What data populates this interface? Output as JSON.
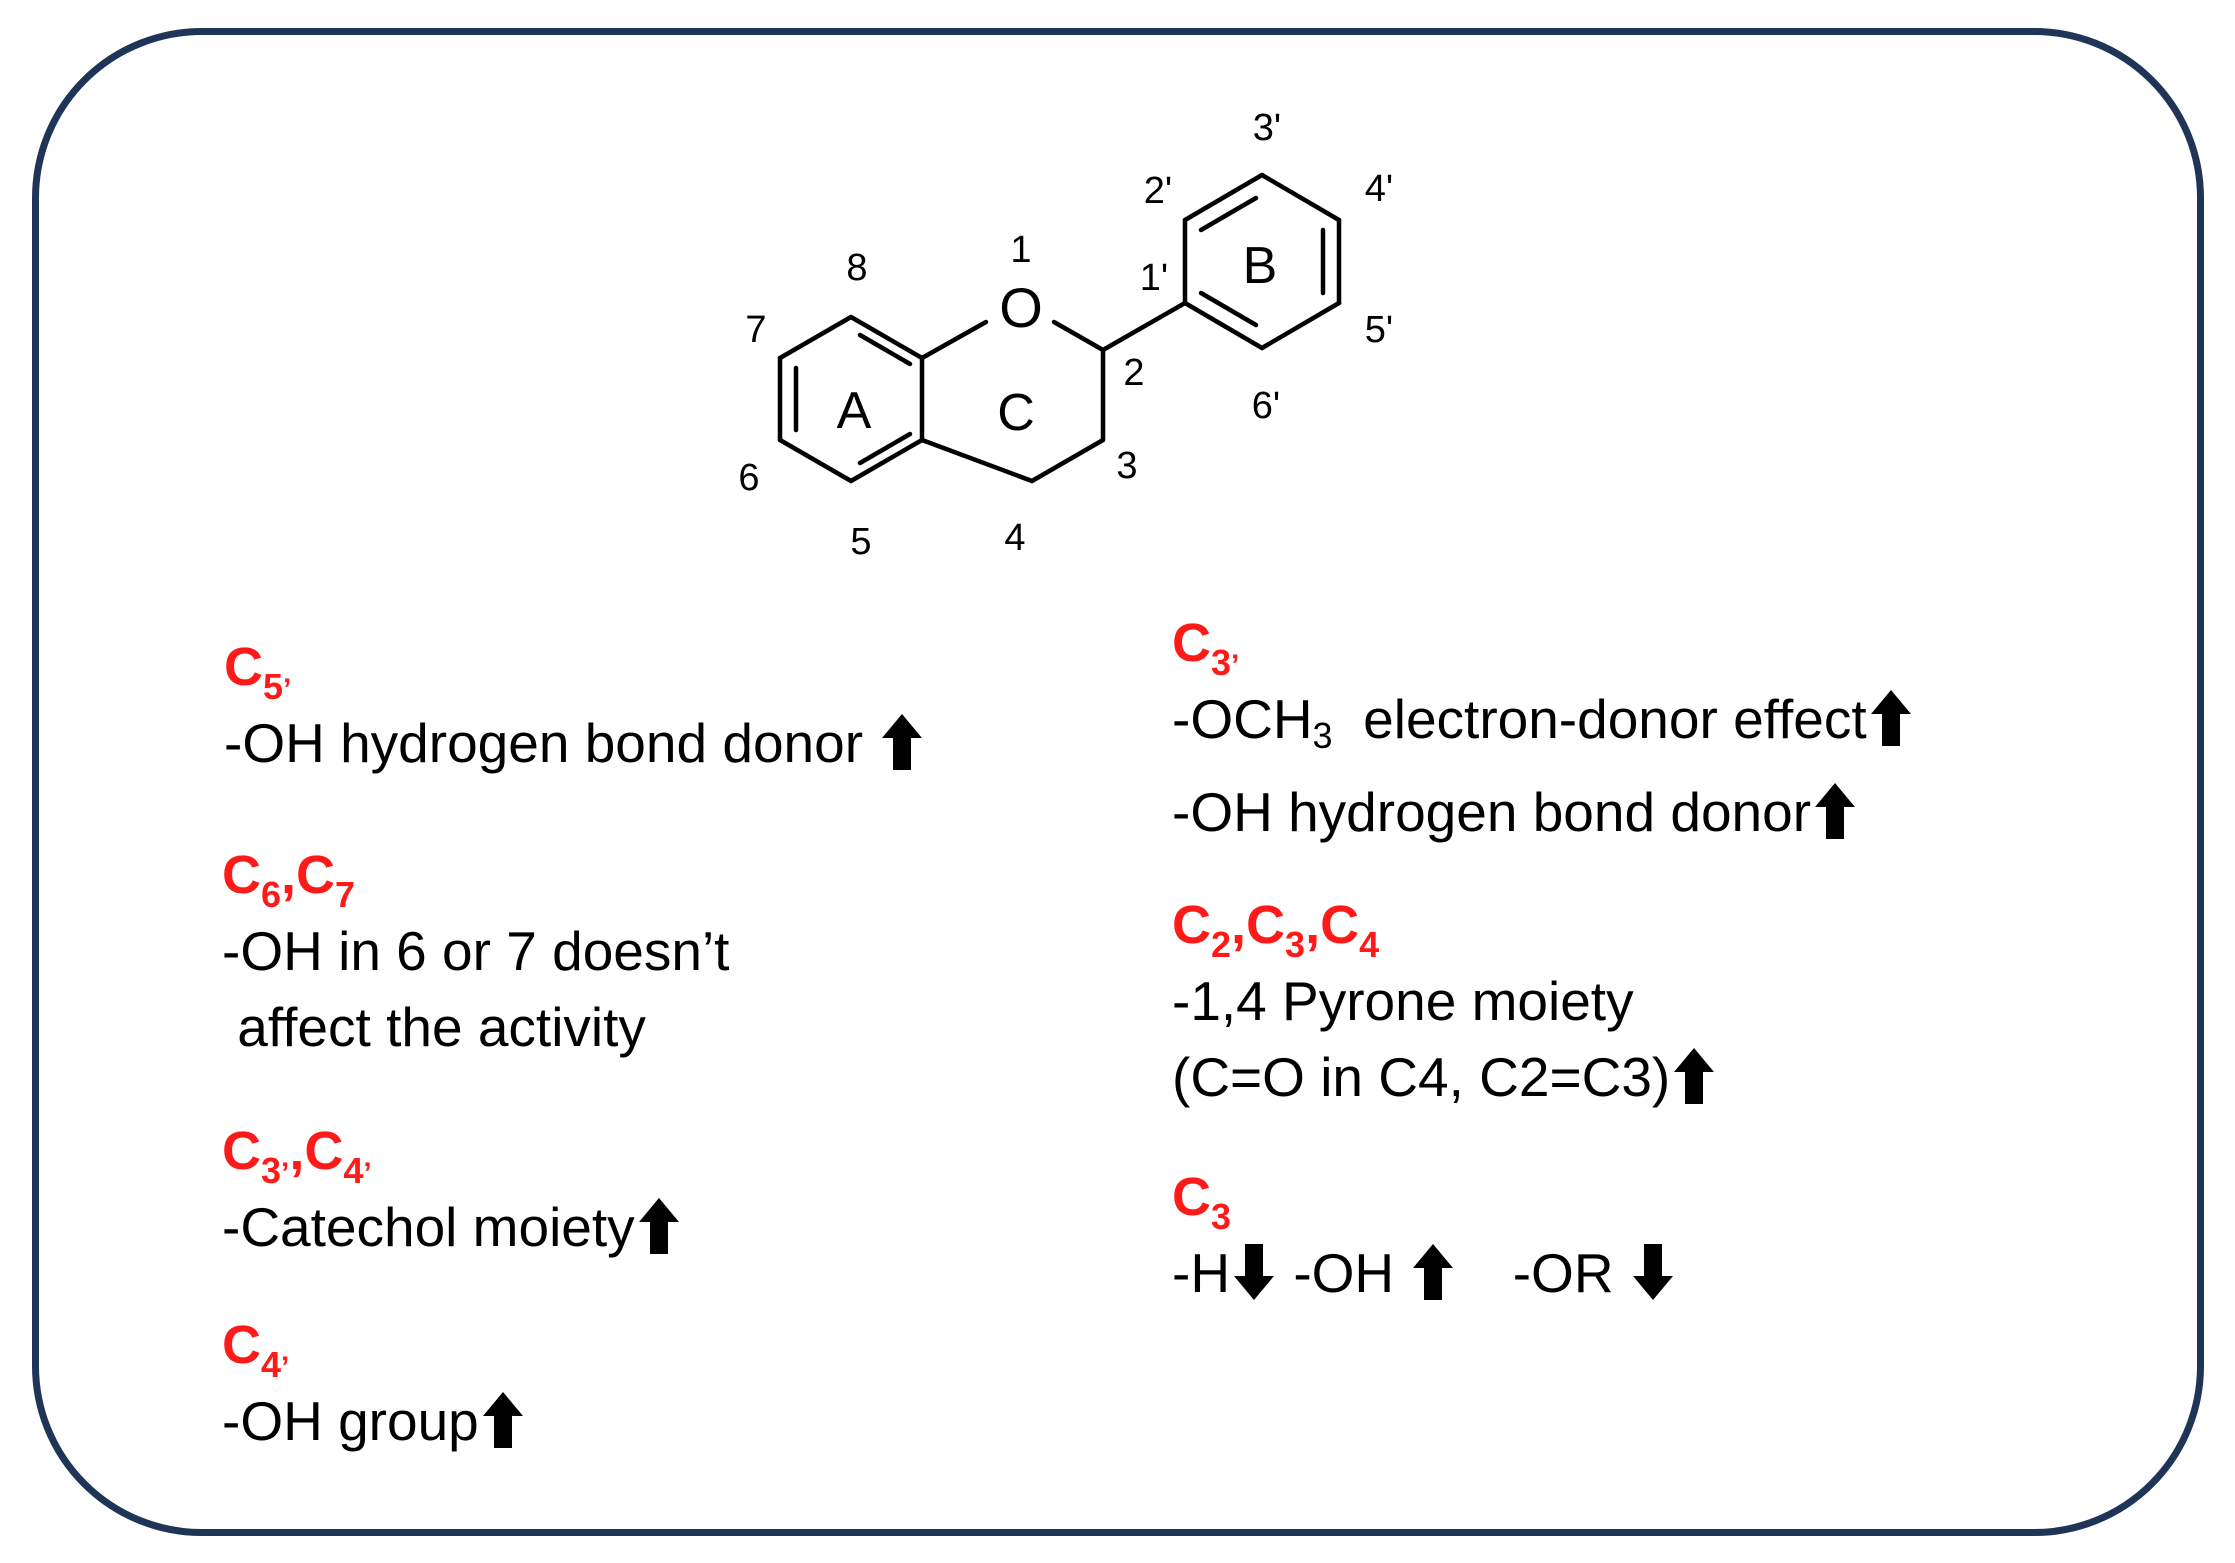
{
  "colors": {
    "border": "#1e3557",
    "position": "#ff1a1a",
    "text": "#000000"
  },
  "structure": {
    "atom_numbers": {
      "n1": "1",
      "n2": "2",
      "n3": "3",
      "n4": "4",
      "n5": "5",
      "n6": "6",
      "n7": "7",
      "n8": "8",
      "n1p": "1'",
      "n2p": "2'",
      "n3p": "3'",
      "n4p": "4'",
      "n5p": "5'",
      "n6p": "6'"
    },
    "ring_labels": {
      "a": "A",
      "b": "B",
      "c": "C"
    },
    "oxygen": "O"
  },
  "left": {
    "c5p": {
      "label": "C",
      "sub": "5",
      "line": "-OH hydrogen bond donor",
      "arrow": "up"
    },
    "c6c7": {
      "c1": "C",
      "s1": "6",
      "sep": ",",
      "c2": "C",
      "s2": "7",
      "line1": "-OH in 6 or 7 doesn’t",
      "line2": " affect the activity"
    },
    "c3pc4p": {
      "c1": "C",
      "s1": "3",
      "sep": ",",
      "c2": "C",
      "s2": "4",
      "line": "-Catechol moiety",
      "arrow": "up"
    },
    "c4p": {
      "label": "C",
      "sub": "4",
      "line": "-OH group",
      "arrow": "up"
    }
  },
  "right": {
    "c3p": {
      "label": "C",
      "sub": "3",
      "line1_pre": "-OCH",
      "line1_sub": "3",
      "line1_post": "  electron-donor effect",
      "line2": "-OH hydrogen bond donor"
    },
    "c2c3c4": {
      "c1": "C",
      "s1": "2",
      "sep1": ",",
      "c2": "C",
      "s2": "3",
      "sep2": ",",
      "c3": "C",
      "s3": "4",
      "line1": "-1,4 Pyrone moiety",
      "line2": "(C=O in C4, C2=C3)"
    },
    "c3": {
      "label": "C",
      "sub": "3",
      "items": [
        {
          "text": "-H",
          "arrow": "down"
        },
        {
          "text": "-OH",
          "arrow": "up"
        },
        {
          "text": "-OR",
          "arrow": "down"
        }
      ]
    }
  }
}
